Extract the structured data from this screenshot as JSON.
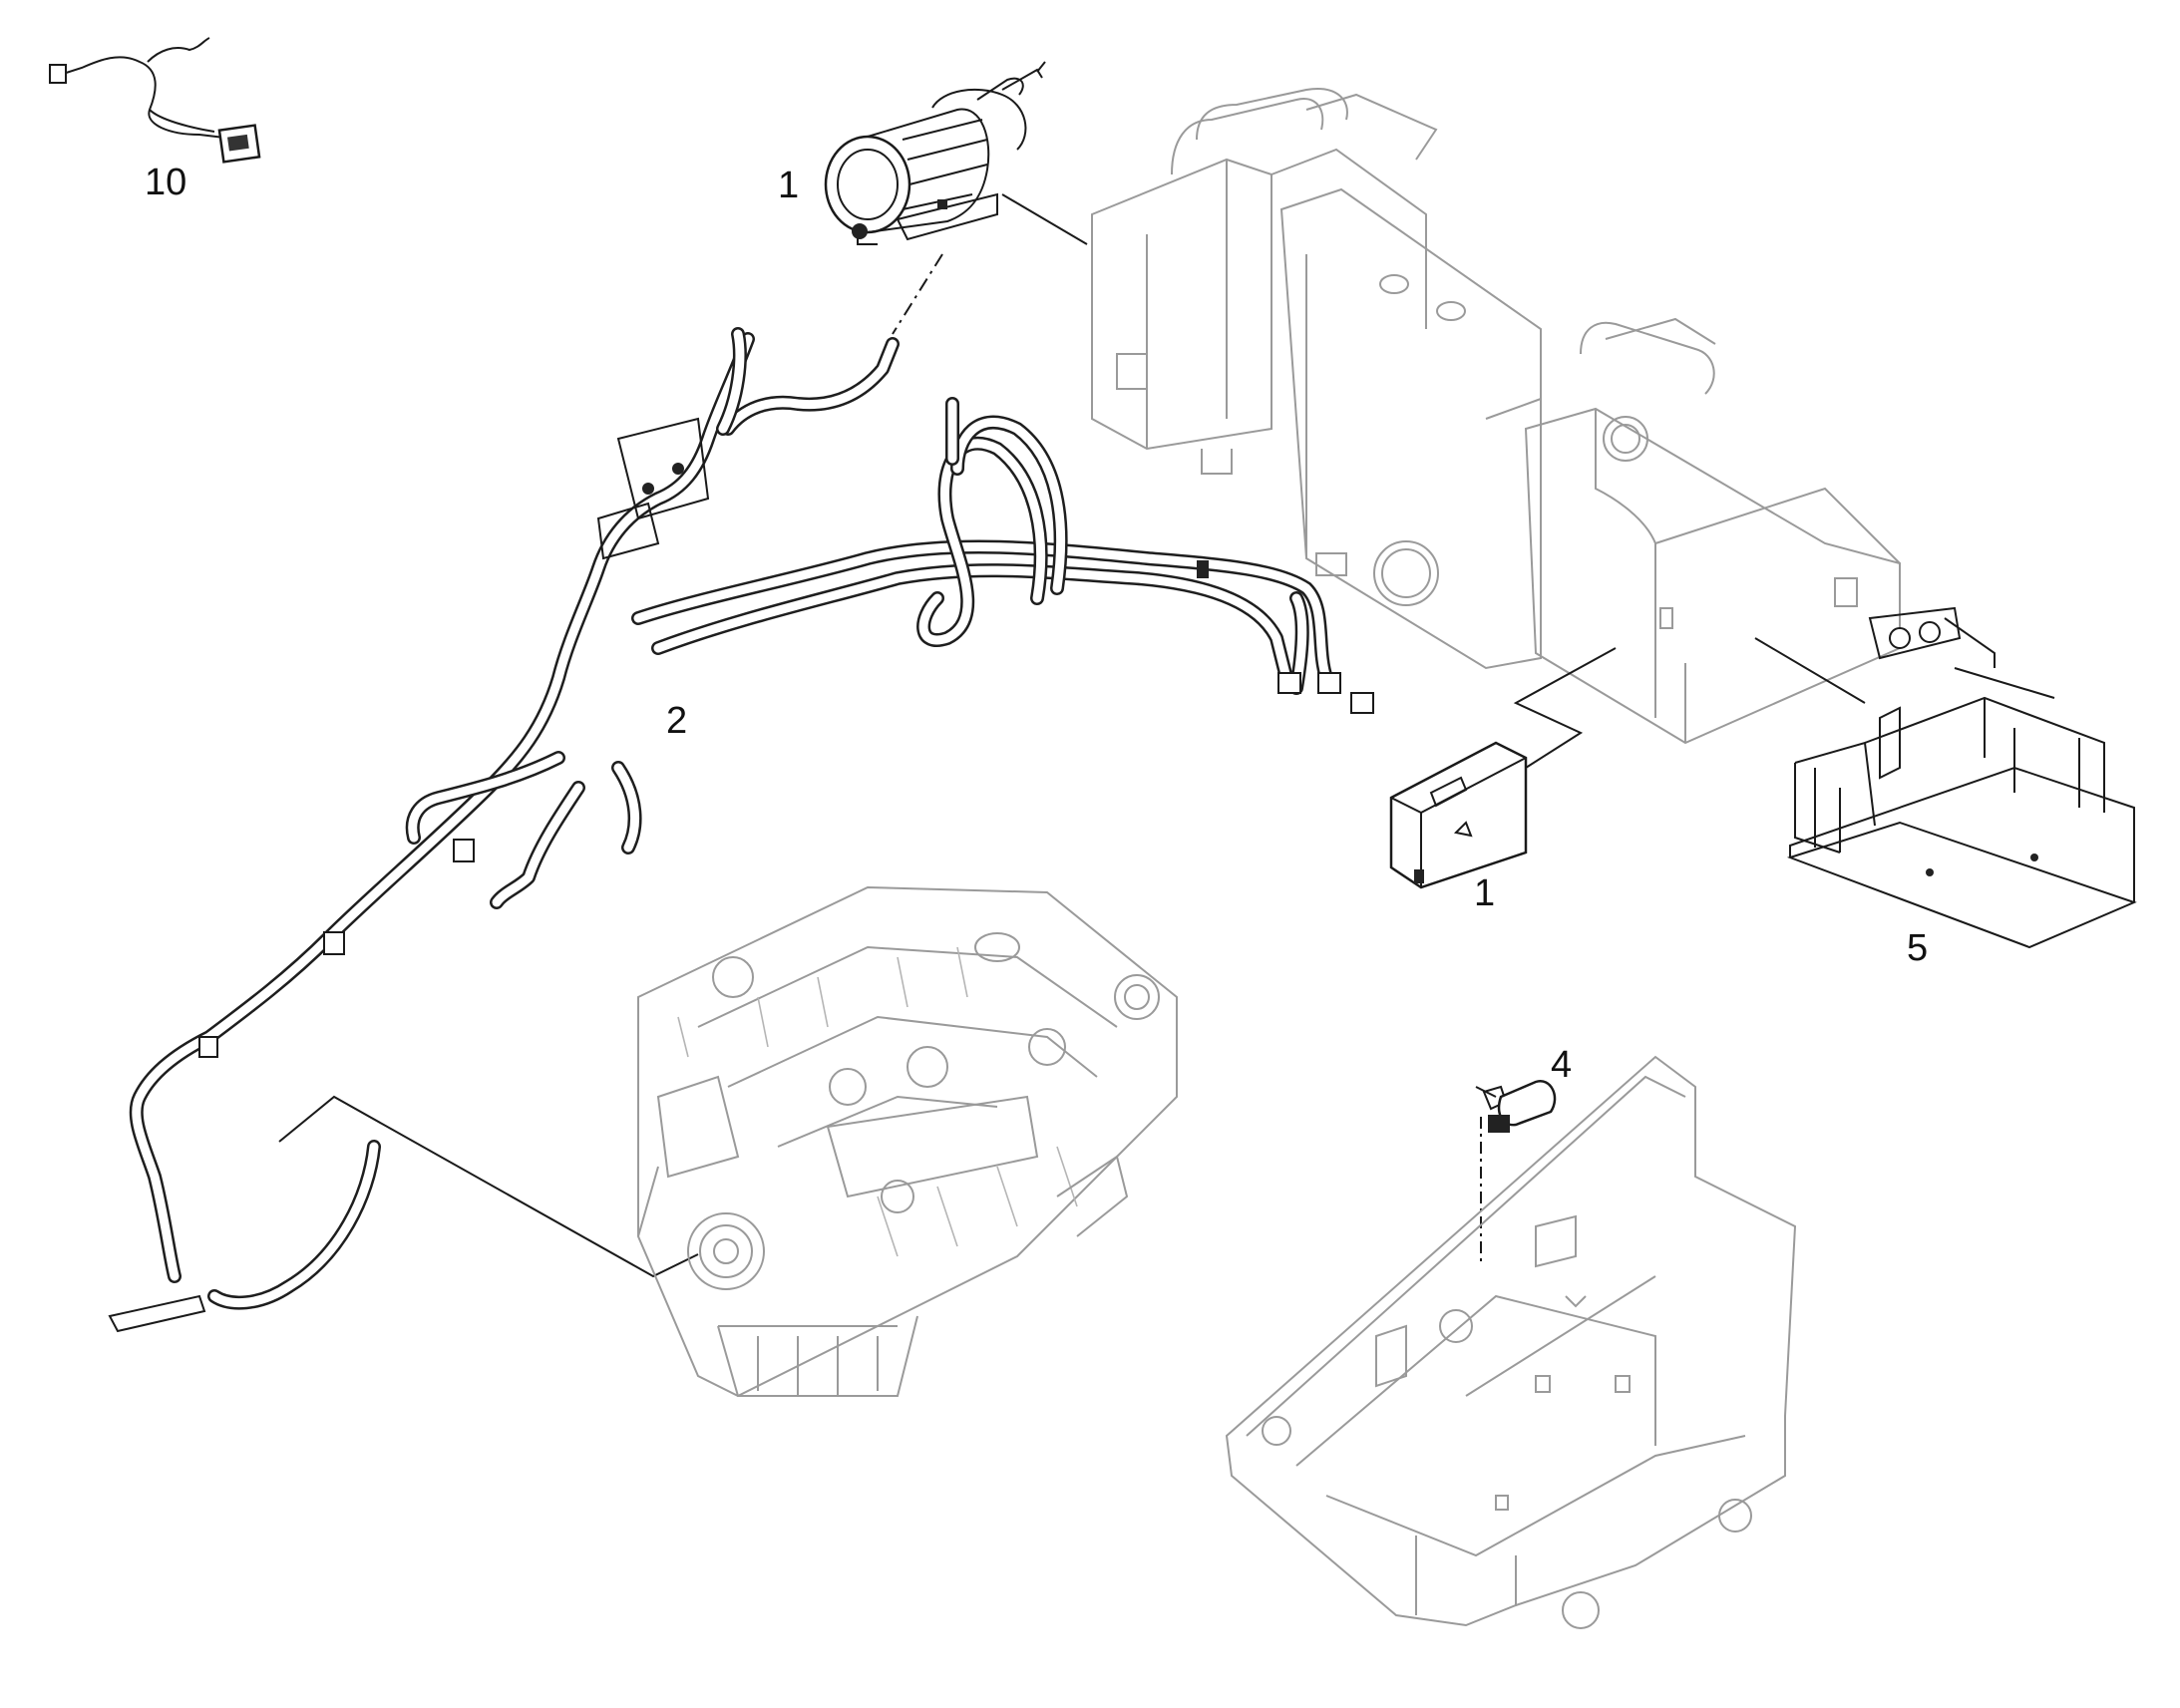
{
  "callouts": {
    "heater_top": "1",
    "control_unit": "1",
    "hose_harness": "2",
    "sensor": "4",
    "battery_box": "5",
    "wiring_harness": "10"
  }
}
